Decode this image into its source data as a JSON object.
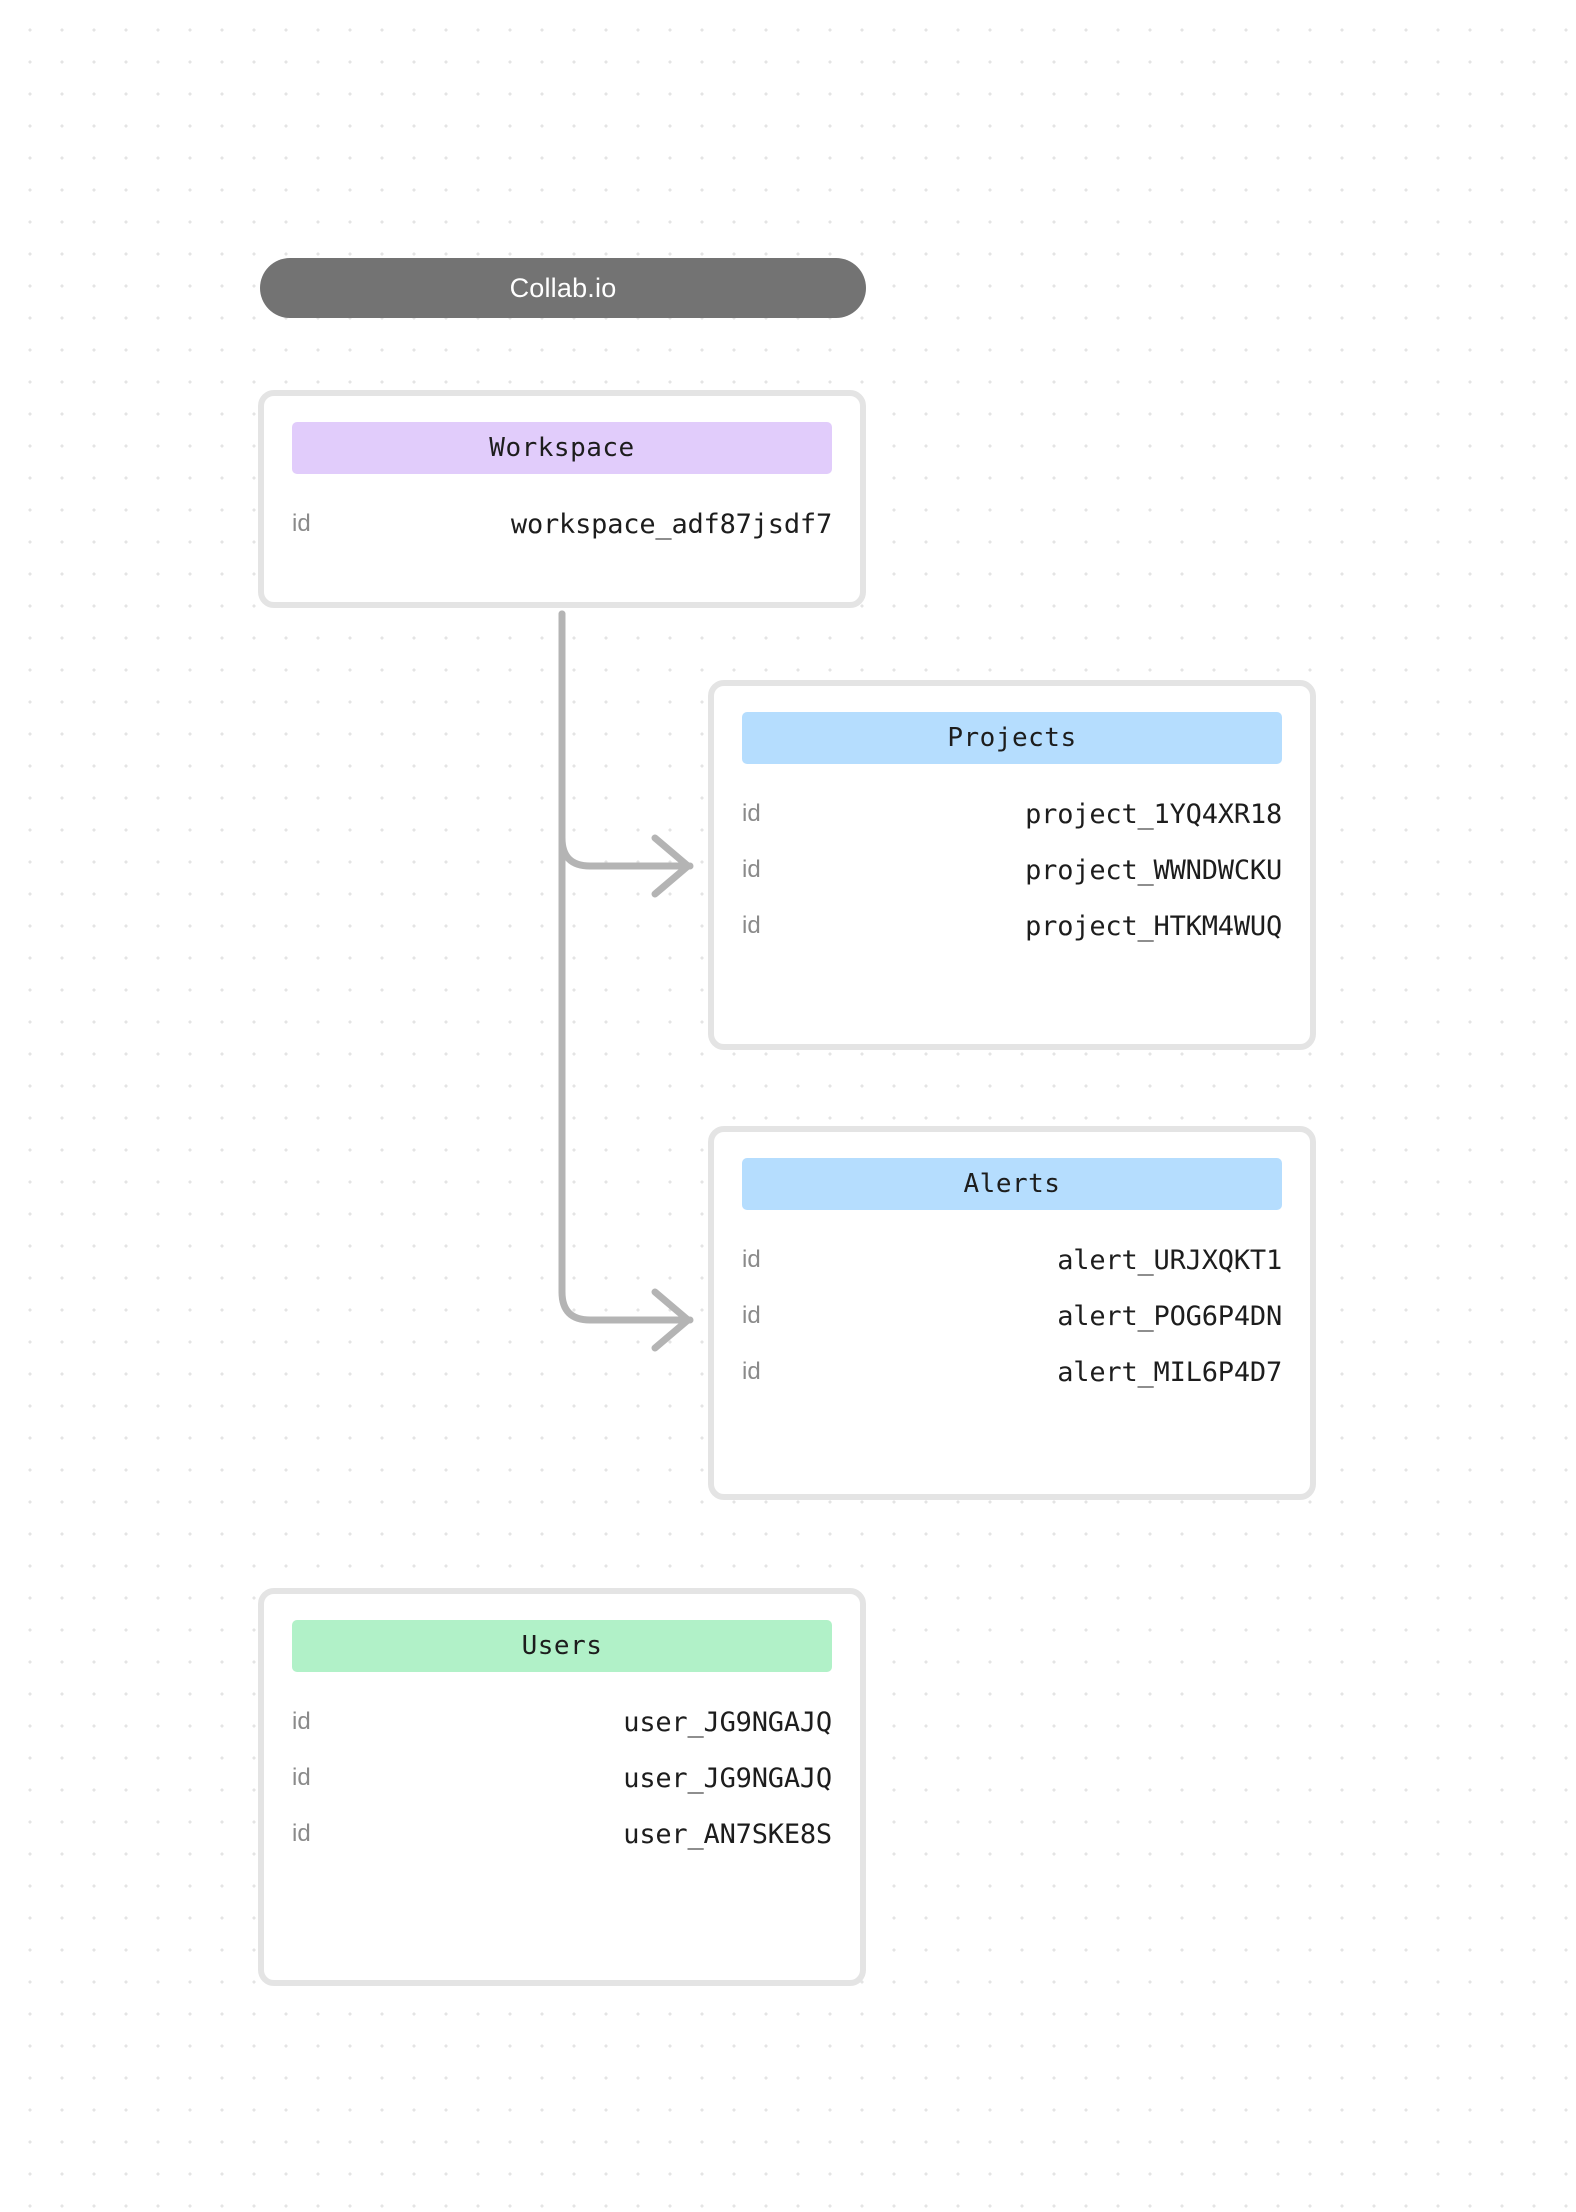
{
  "title_pill": {
    "label": "Collab.io"
  },
  "colors": {
    "pill_background": "#737373",
    "pill_text": "#ffffff",
    "card_border": "#e4e4e4",
    "card_background": "#ffffff",
    "header_purple": "#e1ccfb",
    "header_blue": "#b5ddfe",
    "header_green": "#b1f1c8",
    "row_key_text": "#8a8a8a",
    "row_value_text": "#1d1d1d",
    "connector": "#b4b4b4",
    "canvas_dot": "#e4e4e4",
    "canvas_background": "#ffffff"
  },
  "cards": {
    "workspace": {
      "title": "Workspace",
      "header_color": "#e1ccfb",
      "rows": [
        {
          "key": "id",
          "value": "workspace_adf87jsdf7"
        }
      ]
    },
    "projects": {
      "title": "Projects",
      "header_color": "#b5ddfe",
      "rows": [
        {
          "key": "id",
          "value": "project_1YQ4XR18"
        },
        {
          "key": "id",
          "value": "project_WWNDWCKU"
        },
        {
          "key": "id",
          "value": "project_HTKM4WUQ"
        }
      ]
    },
    "alerts": {
      "title": "Alerts",
      "header_color": "#b5ddfe",
      "rows": [
        {
          "key": "id",
          "value": "alert_URJXQKT1"
        },
        {
          "key": "id",
          "value": "alert_POG6P4DN"
        },
        {
          "key": "id",
          "value": "alert_MIL6P4D7"
        }
      ]
    },
    "users": {
      "title": "Users",
      "header_color": "#b1f1c8",
      "rows": [
        {
          "key": "id",
          "value": "user_JG9NGAJQ"
        },
        {
          "key": "id",
          "value": "user_JG9NGAJQ"
        },
        {
          "key": "id",
          "value": "user_AN7SKE8S"
        }
      ]
    }
  },
  "connections": [
    {
      "from": "workspace",
      "to": "projects"
    },
    {
      "from": "workspace",
      "to": "alerts"
    }
  ]
}
